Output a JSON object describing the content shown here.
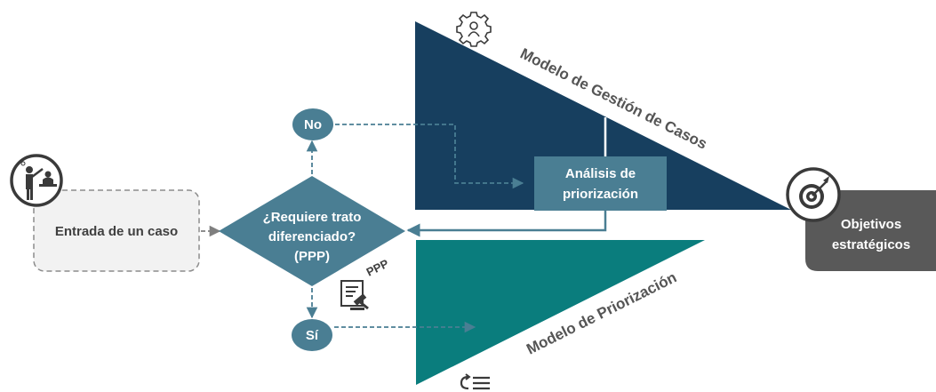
{
  "nodes": {
    "entry": "Entrada de un caso",
    "decision_line1": "¿Requiere trato",
    "decision_line2": "diferenciado?",
    "decision_line3": "(PPP)",
    "no": "No",
    "yes": "Sí",
    "analysis_line1": "Análisis de",
    "analysis_line2": "priorización",
    "objectives_line1": "Objetivos",
    "objectives_line2": "estratégicos",
    "ppp_tag": "PPP"
  },
  "models": {
    "case_management": "Modelo de Gestión de Casos",
    "prioritization": "Modelo de Priorización"
  },
  "icons": {
    "person": "person-at-desk-icon",
    "gear": "gear-person-icon",
    "document": "document-gavel-icon",
    "reorder": "reorder-list-icon",
    "target": "target-arrow-icon"
  },
  "colors": {
    "navy": "#173F5F",
    "teal": "#0A7D7D",
    "steel": "#4A7E93",
    "entry_fill": "#F2F2F2",
    "objectives_fill": "#595959",
    "text_gray": "#555555"
  }
}
